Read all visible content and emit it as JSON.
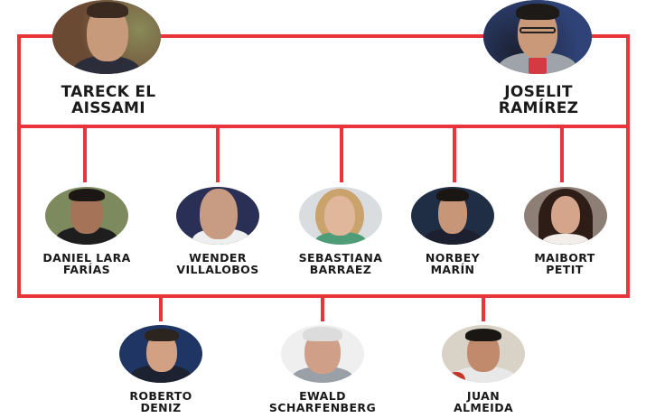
{
  "diagram": {
    "line_color": "#e8343a",
    "top_level": [
      {
        "id": "tareck",
        "name_line1": "TARECK EL",
        "name_line2": "AISSAMI",
        "skin": "#c89a7c",
        "hair": "#3a2a20",
        "bg": "#6b4a34",
        "body": "#2b2e3a"
      },
      {
        "id": "joselit",
        "name_line1": "JOSELIT",
        "name_line2": "RAMÍREZ",
        "skin": "#c9997a",
        "hair": "#1e1a18",
        "bg": "#27355e",
        "body": "#9fa4ab"
      }
    ],
    "middle_level": [
      {
        "id": "daniel",
        "name_line1": "DANIEL LARA",
        "name_line2": "FARÍAS",
        "skin": "#a47358",
        "hair": "#1c1714",
        "bg": "#7d8a5e",
        "body": "#1e1e1e"
      },
      {
        "id": "wender",
        "name_line1": "WENDER",
        "name_line2": "VILLALOBOS",
        "skin": "#c79c83",
        "hair": "#d8b9a3",
        "bg": "#2a2f55",
        "body": "#efefef"
      },
      {
        "id": "sebastiana",
        "name_line1": "SEBASTIANA",
        "name_line2": "BARRAEZ",
        "skin": "#e1b79c",
        "hair": "#c9a26c",
        "bg": "#dadde0",
        "body": "#4f9c78"
      },
      {
        "id": "norbey",
        "name_line1": "NORBEY",
        "name_line2": "MARÍN",
        "skin": "#c79577",
        "hair": "#1a1614",
        "bg": "#1f2d45",
        "body": "#1c2030"
      },
      {
        "id": "maibort",
        "name_line1": "MAIBORT",
        "name_line2": "PETIT",
        "skin": "#d4a48b",
        "hair": "#2e1d17",
        "bg": "#8d7f75",
        "body": "#f3eeea"
      }
    ],
    "bottom_level": [
      {
        "id": "roberto",
        "name_line1": "ROBERTO",
        "name_line2": "DENIZ",
        "skin": "#d2a083",
        "hair": "#2c241f",
        "bg": "#1f3563",
        "body": "#1d2230"
      },
      {
        "id": "ewald",
        "name_line1": "EWALD",
        "name_line2": "SCHARFENBERG",
        "skin": "#cfa087",
        "hair": "#dcdcdc",
        "bg": "#efefef",
        "body": "#9aa0a8"
      },
      {
        "id": "juan",
        "name_line1": "JUAN",
        "name_line2": "ALMEIDA",
        "skin": "#c28a6c",
        "hair": "#1a1614",
        "bg": "#d9d2c7",
        "body": "#e8e8e8"
      }
    ]
  }
}
